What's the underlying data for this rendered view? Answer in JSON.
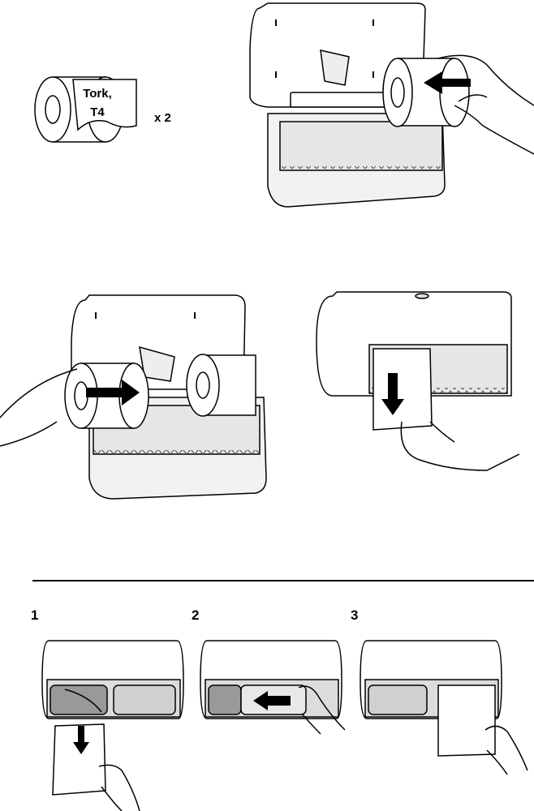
{
  "roll_label": {
    "line1": "Tork,",
    "line2": "T4"
  },
  "quantity_label": "x 2",
  "steps": [
    "1",
    "2",
    "3"
  ]
}
